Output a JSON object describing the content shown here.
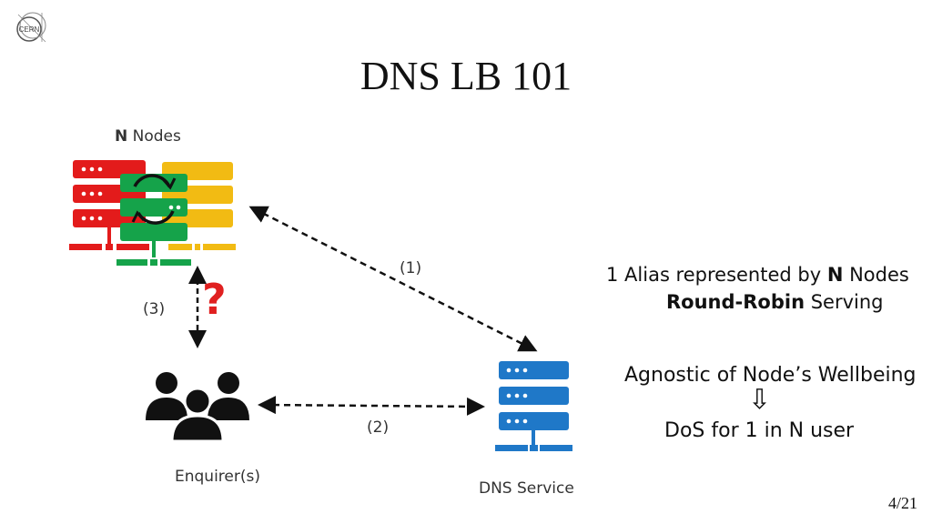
{
  "logo": {
    "text": "CERN"
  },
  "title": "DNS LB 101",
  "nodes": {
    "prefix": "N",
    "label": "Nodes"
  },
  "labels": {
    "arrow1": "(1)",
    "arrow2": "(2)",
    "arrow3": "(3)",
    "question": "?",
    "enquirer": "Enquirer(s)",
    "dns": "DNS Service"
  },
  "right": {
    "line1_a": "1 Alias represented by ",
    "line1_n": "N",
    "line1_b": " Nodes",
    "line2_a": "Round-Robin",
    "line2_b": " Serving",
    "line3": "Agnostic of Node’s Wellbeing",
    "arrow_down": "⇩",
    "line4_a": "DoS for ",
    "line4_b": "1 in N user"
  },
  "page": "4/21",
  "colors": {
    "red": "#e31b1b",
    "yellow": "#f2bb13",
    "green": "#15a34a",
    "blue": "#1f78c8",
    "question": "#e02020"
  }
}
